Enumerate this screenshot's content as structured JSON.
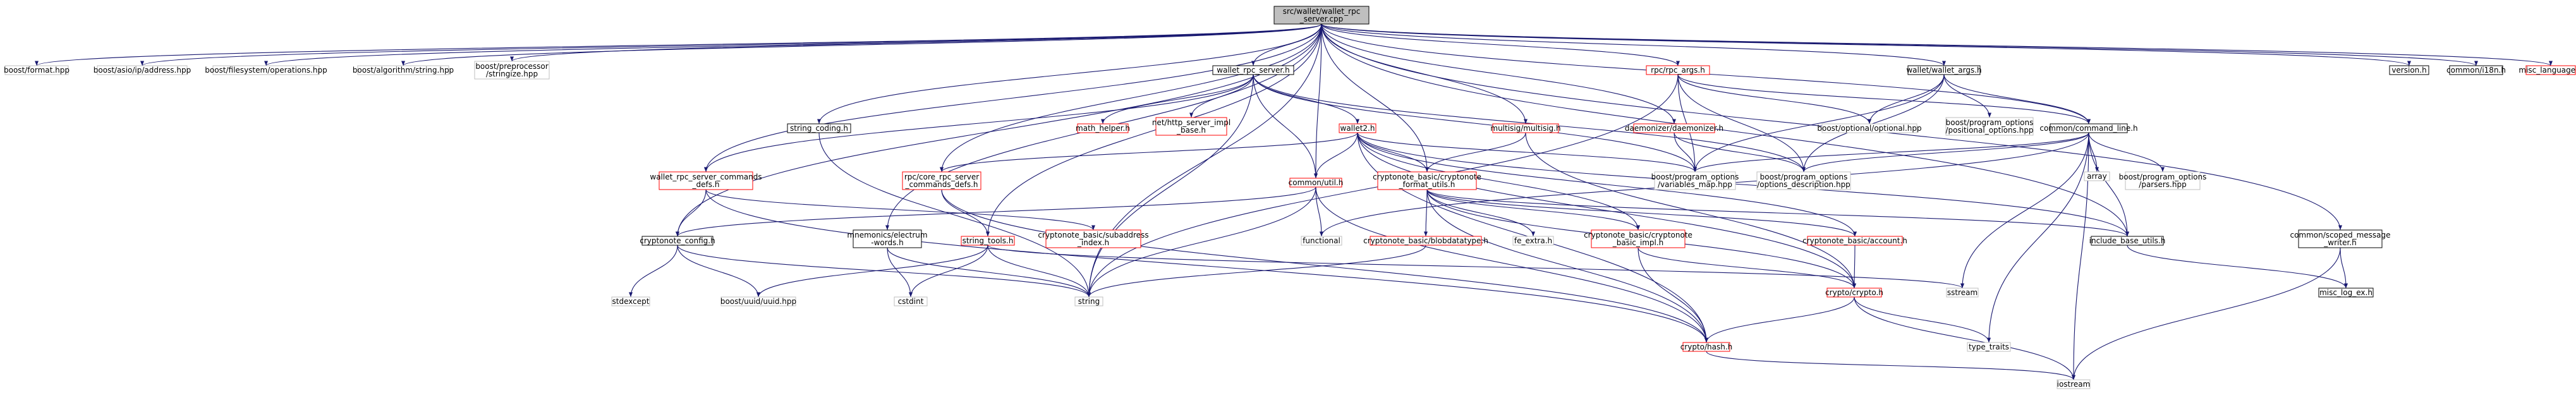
{
  "graph": {
    "colors": {
      "edge": "#191970",
      "root_fill": "#bfbfbf",
      "root_stroke": "#000000",
      "doc_stroke": "#000000",
      "missing_stroke": "#bfbfbf",
      "trunc_stroke": "#ff0000",
      "node_fill": "#ffffff"
    },
    "nodes": [
      {
        "id": "root",
        "lines": [
          "src/wallet/wallet_rpc",
          "_server.cpp"
        ],
        "style": "root"
      },
      {
        "id": "boost_format",
        "lines": [
          "boost/format.hpp"
        ],
        "style": "missing"
      },
      {
        "id": "boost_asio",
        "lines": [
          "boost/asio/ip/address.hpp"
        ],
        "style": "missing"
      },
      {
        "id": "boost_fs",
        "lines": [
          "boost/filesystem/operations.hpp"
        ],
        "style": "missing"
      },
      {
        "id": "boost_alg",
        "lines": [
          "boost/algorithm/string.hpp"
        ],
        "style": "missing"
      },
      {
        "id": "boost_pp",
        "lines": [
          "boost/preprocessor",
          "/stringize.hpp"
        ],
        "style": "missing"
      },
      {
        "id": "string_coding",
        "lines": [
          "string_coding.h"
        ],
        "style": "doc"
      },
      {
        "id": "wallet_rpc_server",
        "lines": [
          "wallet_rpc_server.h"
        ],
        "style": "doc"
      },
      {
        "id": "rpc_args",
        "lines": [
          "rpc/rpc_args.h"
        ],
        "style": "trunc"
      },
      {
        "id": "wallet_args",
        "lines": [
          "wallet/wallet_args.h"
        ],
        "style": "doc"
      },
      {
        "id": "version",
        "lines": [
          "version.h"
        ],
        "style": "doc"
      },
      {
        "id": "i18n",
        "lines": [
          "common/i18n.h"
        ],
        "style": "doc"
      },
      {
        "id": "misc_language",
        "lines": [
          "misc_language.h"
        ],
        "style": "trunc"
      },
      {
        "id": "math_helper",
        "lines": [
          "math_helper.h"
        ],
        "style": "trunc"
      },
      {
        "id": "net_http",
        "lines": [
          "net/http_server_impl",
          "_base.h"
        ],
        "style": "trunc"
      },
      {
        "id": "wallet2",
        "lines": [
          "wallet2.h"
        ],
        "style": "trunc"
      },
      {
        "id": "multisig",
        "lines": [
          "multisig/multisig.h"
        ],
        "style": "trunc"
      },
      {
        "id": "daemonizer",
        "lines": [
          "daemonizer/daemonizer.h"
        ],
        "style": "trunc"
      },
      {
        "id": "boost_optional",
        "lines": [
          "boost/optional/optional.hpp"
        ],
        "style": "missing"
      },
      {
        "id": "boost_po_pos",
        "lines": [
          "boost/program_options",
          "/positional_options.hpp"
        ],
        "style": "missing"
      },
      {
        "id": "command_line",
        "lines": [
          "common/command_line.h"
        ],
        "style": "doc"
      },
      {
        "id": "wrpc_cmd_defs",
        "lines": [
          "wallet_rpc_server_commands",
          "_defs.h"
        ],
        "style": "trunc"
      },
      {
        "id": "core_rpc_defs",
        "lines": [
          "rpc/core_rpc_server",
          "_commands_defs.h"
        ],
        "style": "trunc"
      },
      {
        "id": "common_util",
        "lines": [
          "common/util.h"
        ],
        "style": "trunc"
      },
      {
        "id": "format_utils",
        "lines": [
          "cryptonote_basic/cryptonote",
          "_format_utils.h"
        ],
        "style": "trunc"
      },
      {
        "id": "boost_po_vm",
        "lines": [
          "boost/program_options",
          "/variables_map.hpp"
        ],
        "style": "missing"
      },
      {
        "id": "boost_po_desc",
        "lines": [
          "boost/program_options",
          "/options_description.hpp"
        ],
        "style": "missing"
      },
      {
        "id": "array",
        "lines": [
          "array"
        ],
        "style": "missing"
      },
      {
        "id": "boost_po_parsers",
        "lines": [
          "boost/program_options",
          "/parsers.hpp"
        ],
        "style": "missing"
      },
      {
        "id": "cryptonote_config",
        "lines": [
          "cryptonote_config.h"
        ],
        "style": "doc"
      },
      {
        "id": "mnemonics",
        "lines": [
          "mnemonics/electrum",
          "-words.h"
        ],
        "style": "doc"
      },
      {
        "id": "string_tools",
        "lines": [
          "string_tools.h"
        ],
        "style": "trunc"
      },
      {
        "id": "subaddress",
        "lines": [
          "cryptonote_basic/subaddress",
          "_index.h"
        ],
        "style": "trunc"
      },
      {
        "id": "functional",
        "lines": [
          "functional"
        ],
        "style": "missing"
      },
      {
        "id": "blobdatatype",
        "lines": [
          "cryptonote_basic/blobdatatype.h"
        ],
        "style": "trunc"
      },
      {
        "id": "fe_extra",
        "lines": [
          "fe_extra.h"
        ],
        "style": "missing"
      },
      {
        "id": "basic_impl",
        "lines": [
          "cryptonote_basic/cryptonote",
          "_basic_impl.h"
        ],
        "style": "trunc"
      },
      {
        "id": "account",
        "lines": [
          "cryptonote_basic/account.h"
        ],
        "style": "trunc"
      },
      {
        "id": "include_base_utils",
        "lines": [
          "include_base_utils.h"
        ],
        "style": "doc"
      },
      {
        "id": "scoped_msg",
        "lines": [
          "common/scoped_message",
          "_writer.h"
        ],
        "style": "doc"
      },
      {
        "id": "stdexcept",
        "lines": [
          "stdexcept"
        ],
        "style": "missing"
      },
      {
        "id": "boost_uuid",
        "lines": [
          "boost/uuid/uuid.hpp"
        ],
        "style": "missing"
      },
      {
        "id": "cstdint",
        "lines": [
          "cstdint"
        ],
        "style": "missing"
      },
      {
        "id": "string",
        "lines": [
          "string"
        ],
        "style": "missing"
      },
      {
        "id": "crypto",
        "lines": [
          "crypto/crypto.h"
        ],
        "style": "trunc"
      },
      {
        "id": "sstream",
        "lines": [
          "sstream"
        ],
        "style": "missing"
      },
      {
        "id": "misc_log_ex",
        "lines": [
          "misc_log_ex.h"
        ],
        "style": "doc"
      },
      {
        "id": "type_traits",
        "lines": [
          "type_traits"
        ],
        "style": "missing"
      },
      {
        "id": "hash",
        "lines": [
          "crypto/hash.h"
        ],
        "style": "trunc"
      },
      {
        "id": "iostream",
        "lines": [
          "iostream"
        ],
        "style": "missing"
      }
    ],
    "edges": [
      [
        "root",
        "boost_format"
      ],
      [
        "root",
        "boost_asio"
      ],
      [
        "root",
        "boost_fs"
      ],
      [
        "root",
        "boost_alg"
      ],
      [
        "root",
        "boost_pp"
      ],
      [
        "root",
        "string_coding"
      ],
      [
        "root",
        "wallet_rpc_server"
      ],
      [
        "root",
        "rpc_args"
      ],
      [
        "root",
        "wallet_args"
      ],
      [
        "root",
        "version"
      ],
      [
        "root",
        "i18n"
      ],
      [
        "root",
        "misc_language"
      ],
      [
        "root",
        "multisig"
      ],
      [
        "root",
        "daemonizer"
      ],
      [
        "root",
        "command_line"
      ],
      [
        "root",
        "wrpc_cmd_defs"
      ],
      [
        "root",
        "core_rpc_defs"
      ],
      [
        "root",
        "format_utils"
      ],
      [
        "root",
        "cryptonote_config"
      ],
      [
        "root",
        "mnemonics"
      ],
      [
        "root",
        "string_tools"
      ],
      [
        "root",
        "include_base_utils"
      ],
      [
        "root",
        "scoped_msg"
      ],
      [
        "root",
        "common_util"
      ],
      [
        "root",
        "string"
      ],
      [
        "string_coding",
        "string"
      ],
      [
        "wallet_rpc_server",
        "math_helper"
      ],
      [
        "wallet_rpc_server",
        "net_http"
      ],
      [
        "wallet_rpc_server",
        "wallet2"
      ],
      [
        "wallet_rpc_server",
        "wrpc_cmd_defs"
      ],
      [
        "wallet_rpc_server",
        "common_util"
      ],
      [
        "wallet_rpc_server",
        "boost_po_desc"
      ],
      [
        "wallet_rpc_server",
        "boost_po_vm"
      ],
      [
        "wallet_rpc_server",
        "string"
      ],
      [
        "rpc_args",
        "boost_optional"
      ],
      [
        "rpc_args",
        "boost_po_desc"
      ],
      [
        "rpc_args",
        "boost_po_vm"
      ],
      [
        "rpc_args",
        "command_line"
      ],
      [
        "rpc_args",
        "string"
      ],
      [
        "wallet_args",
        "boost_optional"
      ],
      [
        "wallet_args",
        "boost_po_pos"
      ],
      [
        "wallet_args",
        "boost_po_desc"
      ],
      [
        "wallet_args",
        "boost_po_vm"
      ],
      [
        "wallet_args",
        "command_line"
      ],
      [
        "wallet2",
        "core_rpc_defs"
      ],
      [
        "wallet2",
        "common_util"
      ],
      [
        "wallet2",
        "format_utils"
      ],
      [
        "wallet2",
        "boost_po_vm"
      ],
      [
        "wallet2",
        "basic_impl"
      ],
      [
        "wallet2",
        "account"
      ],
      [
        "wallet2",
        "crypto"
      ],
      [
        "wallet2",
        "include_base_utils"
      ],
      [
        "wallet2",
        "hash"
      ],
      [
        "multisig",
        "format_utils"
      ],
      [
        "multisig",
        "crypto"
      ],
      [
        "daemonizer",
        "boost_po_desc"
      ],
      [
        "daemonizer",
        "boost_po_vm"
      ],
      [
        "command_line",
        "boost_po_vm"
      ],
      [
        "command_line",
        "boost_po_desc"
      ],
      [
        "command_line",
        "array"
      ],
      [
        "command_line",
        "boost_po_parsers"
      ],
      [
        "command_line",
        "include_base_utils"
      ],
      [
        "command_line",
        "functional"
      ],
      [
        "command_line",
        "type_traits"
      ],
      [
        "command_line",
        "iostream"
      ],
      [
        "command_line",
        "sstream"
      ],
      [
        "wrpc_cmd_defs",
        "cryptonote_config"
      ],
      [
        "wrpc_cmd_defs",
        "subaddress"
      ],
      [
        "wrpc_cmd_defs",
        "hash"
      ],
      [
        "core_rpc_defs",
        "string_tools"
      ],
      [
        "core_rpc_defs",
        "hash"
      ],
      [
        "common_util",
        "cryptonote_config"
      ],
      [
        "common_util",
        "functional"
      ],
      [
        "common_util",
        "string"
      ],
      [
        "common_util",
        "hash"
      ],
      [
        "format_utils",
        "blobdatatype"
      ],
      [
        "format_utils",
        "fe_extra"
      ],
      [
        "format_utils",
        "basic_impl"
      ],
      [
        "format_utils",
        "account"
      ],
      [
        "format_utils",
        "include_base_utils"
      ],
      [
        "format_utils",
        "crypto"
      ],
      [
        "format_utils",
        "hash"
      ],
      [
        "cryptonote_config",
        "stdexcept"
      ],
      [
        "cryptonote_config",
        "boost_uuid"
      ],
      [
        "cryptonote_config",
        "string"
      ],
      [
        "mnemonics",
        "cstdint"
      ],
      [
        "mnemonics",
        "string"
      ],
      [
        "string_tools",
        "cstdint"
      ],
      [
        "string_tools",
        "string"
      ],
      [
        "string_tools",
        "boost_uuid"
      ],
      [
        "string_tools",
        "sstream"
      ],
      [
        "blobdatatype",
        "string"
      ],
      [
        "basic_impl",
        "crypto"
      ],
      [
        "basic_impl",
        "hash"
      ],
      [
        "account",
        "crypto"
      ],
      [
        "include_base_utils",
        "misc_log_ex"
      ],
      [
        "scoped_msg",
        "misc_log_ex"
      ],
      [
        "scoped_msg",
        "iostream"
      ],
      [
        "crypto",
        "hash"
      ],
      [
        "crypto",
        "type_traits"
      ],
      [
        "crypto",
        "iostream"
      ],
      [
        "hash",
        "iostream"
      ]
    ]
  }
}
